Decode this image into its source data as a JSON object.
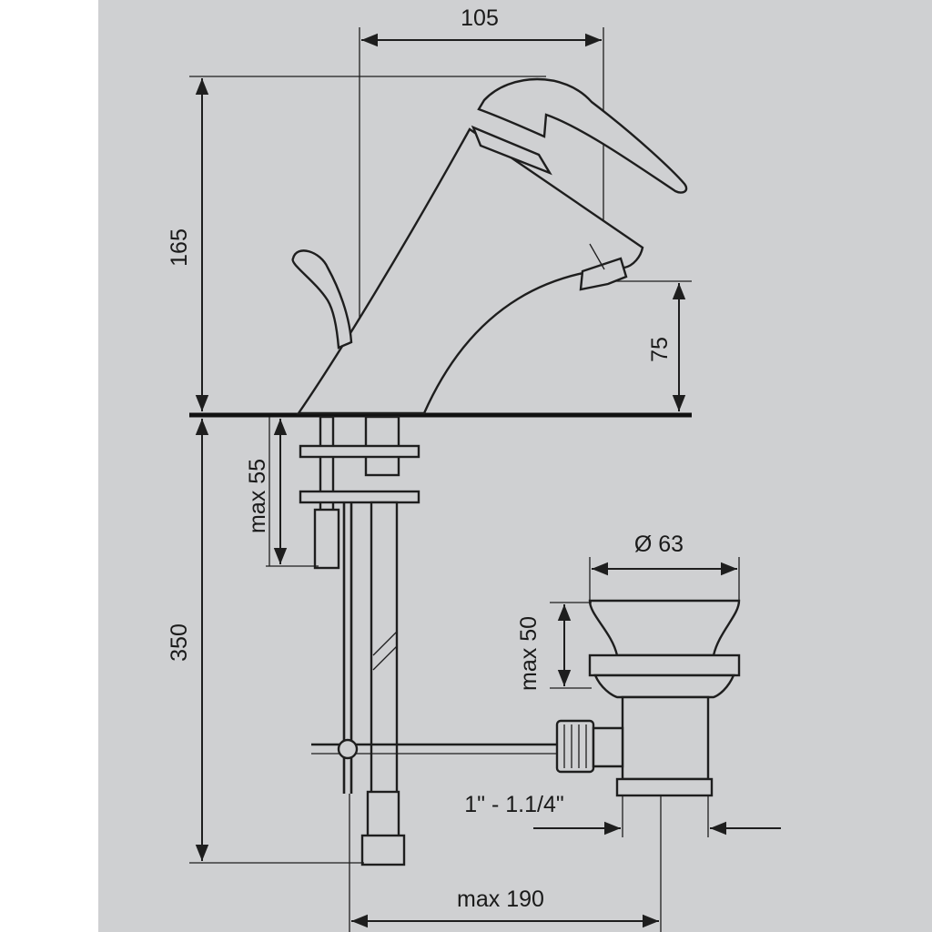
{
  "colors": {
    "panel_background": "#cfd0d2",
    "page_background": "#ffffff",
    "line": "#1e1e1e"
  },
  "dimensions": {
    "top_width": "105",
    "total_height": "165",
    "spout_height": "75",
    "clamp_max": "max 55",
    "below_height": "350",
    "drain_diameter": "Ø 63",
    "drain_max": "max 50",
    "drain_thread": "1\" - 1.1/4\"",
    "reach_max": "max 190"
  }
}
